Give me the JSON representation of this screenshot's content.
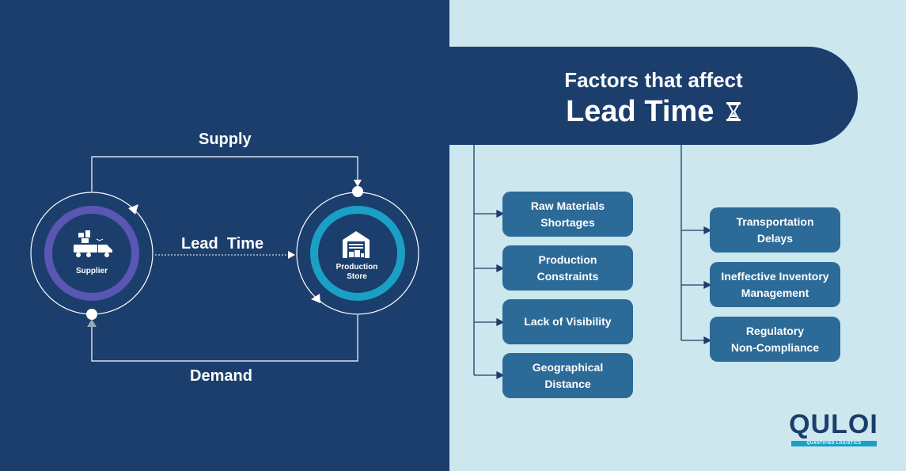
{
  "title": {
    "line1": "Factors that affect",
    "line2": "Lead Time"
  },
  "flow": {
    "supply": "Supply",
    "lead_time": "Lead  Time",
    "demand": "Demand"
  },
  "nodes": {
    "supplier": "Supplier",
    "production_store": "Production\nStore"
  },
  "factors_left": [
    "Raw Materials\nShortages",
    "Production\nConstraints",
    "Lack of Visibility",
    "Geographical\nDistance"
  ],
  "factors_right": [
    "Transportation\nDelays",
    "Ineffective Inventory\nManagement",
    "Regulatory\nNon-Compliance"
  ],
  "logo": {
    "name": "QULOI",
    "tagline": "QUANTIFIED LOGISTICS"
  },
  "colors": {
    "navy": "#1b3e6d",
    "light_blue": "#cce7ee",
    "box_blue": "#2c6a98",
    "purple_ring": "#5a56b3",
    "teal_ring": "#1aa0c4"
  },
  "icons": [
    "truck-icon",
    "warehouse-icon",
    "hourglass-icon"
  ]
}
